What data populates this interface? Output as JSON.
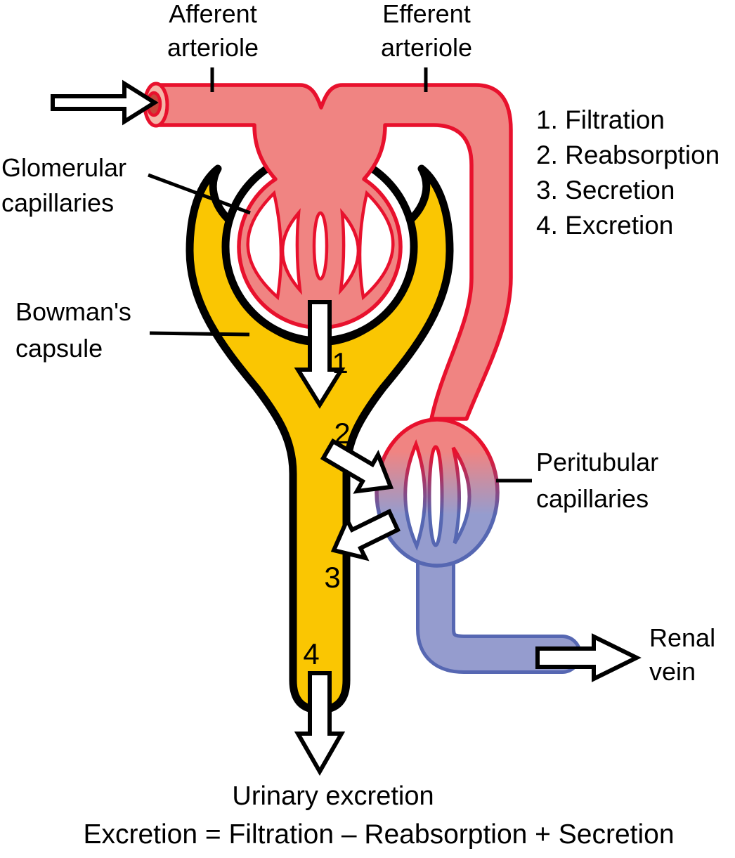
{
  "diagram_labels": {
    "afferent_arteriole": [
      "Afferent",
      "arteriole"
    ],
    "efferent_arteriole": [
      "Efferent",
      "arteriole"
    ],
    "glomerular_capillaries": [
      "Glomerular",
      "capillaries"
    ],
    "bowmans_capsule": [
      "Bowman's",
      "capsule"
    ],
    "peritubular_capillaries": [
      "Peritubular",
      "capillaries"
    ],
    "renal_vein": [
      "Renal",
      "vein"
    ],
    "urinary_excretion": "Urinary excretion"
  },
  "process_list": [
    "1. Filtration",
    "2. Reabsorption",
    "3. Secretion",
    "4. Excretion"
  ],
  "step_markers": [
    "1",
    "2",
    "3",
    "4"
  ],
  "equation": "Excretion = Filtration – Reabsorption + Secretion",
  "colors": {
    "artery-fill": "#F08482",
    "artery-stroke": "#E8112D",
    "capsule-fill": "#FAC602",
    "vein-fill": "#959CCE",
    "vein-stroke": "#5667B2",
    "lumen-ring": "#F5B5A8",
    "lumen-core": "#C8453A",
    "ink": "#000000"
  }
}
